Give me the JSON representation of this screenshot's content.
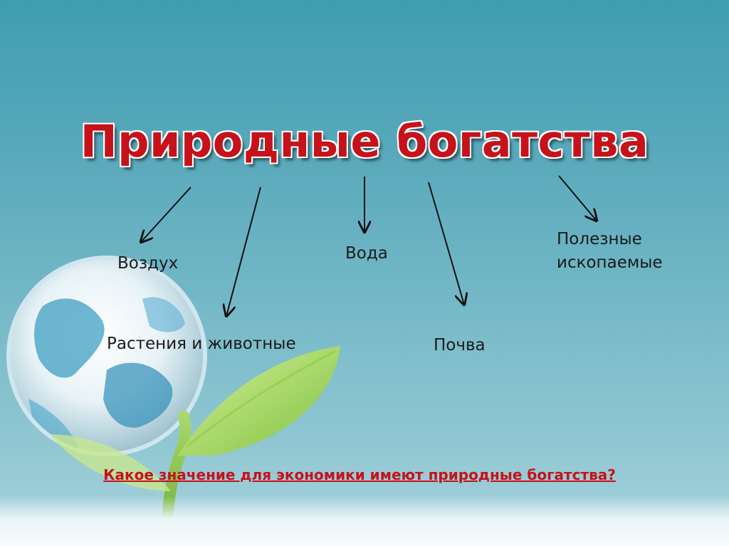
{
  "slide": {
    "title": "Природные богатства",
    "items": [
      "Воздух",
      "Растения и животные",
      "Вода",
      "Почва",
      "Полезные\nископаемые"
    ],
    "question": "Какое значение для экономики имеют природные богатства?"
  },
  "colors": {
    "title": "#c6121a",
    "question": "#c6121a",
    "text": "#1a1a1a",
    "background": "#58a9bb"
  },
  "icons": [
    "globe-illustration",
    "sprout-illustration"
  ]
}
